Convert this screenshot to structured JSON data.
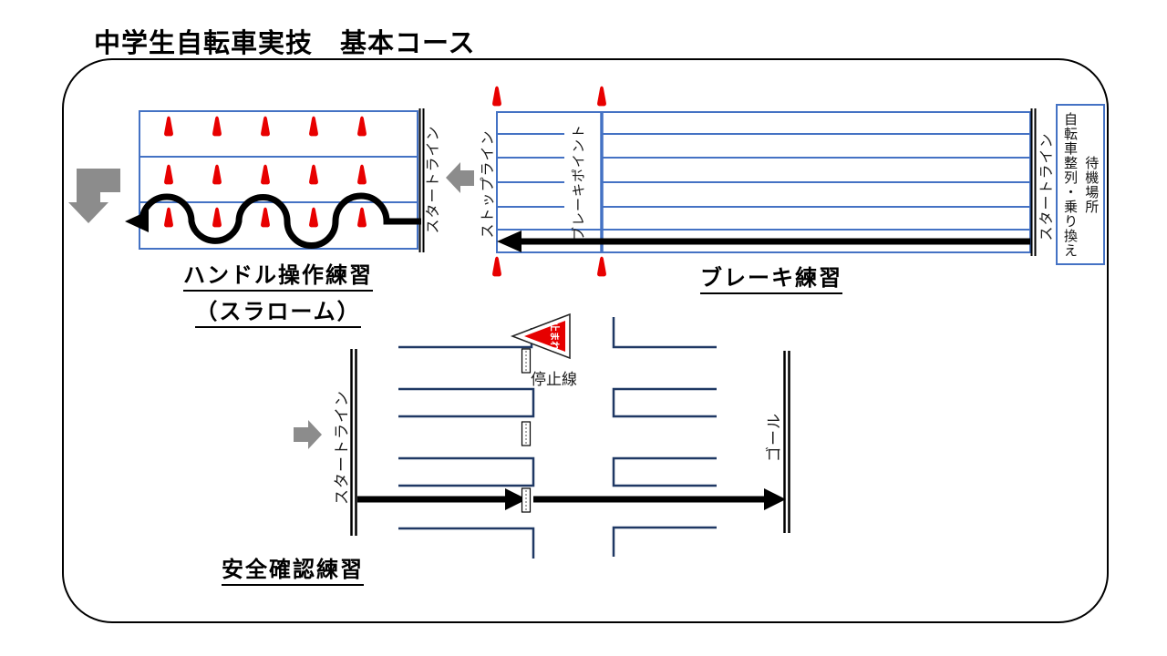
{
  "title": "中学生自転車実技　基本コース",
  "slalom": {
    "label_line1": "ハンドル操作練習",
    "label_line2": "（スラローム）",
    "start_line_label": "スタートライン"
  },
  "brake": {
    "label": "ブレーキ練習",
    "stop_line_label": "ストップライン",
    "brake_point_label": "ブレーキポイント",
    "start_line_label": "スタートライン",
    "waiting_area_line1": "待機場所",
    "waiting_area_line2": "自転車整列・乗り換え"
  },
  "safety": {
    "label": "安全確認練習",
    "start_line_label": "スタートライン",
    "goal_label": "ゴール",
    "stop_sign_label": "止まれ",
    "stop_line_caption": "停止線"
  },
  "colors": {
    "course_blue": "#4472C4",
    "road_navy": "#1F3864",
    "cone_red": "#E80000",
    "sign_red": "#E60000",
    "arrow_gray": "#8C8C8C",
    "path_black": "#000000"
  }
}
